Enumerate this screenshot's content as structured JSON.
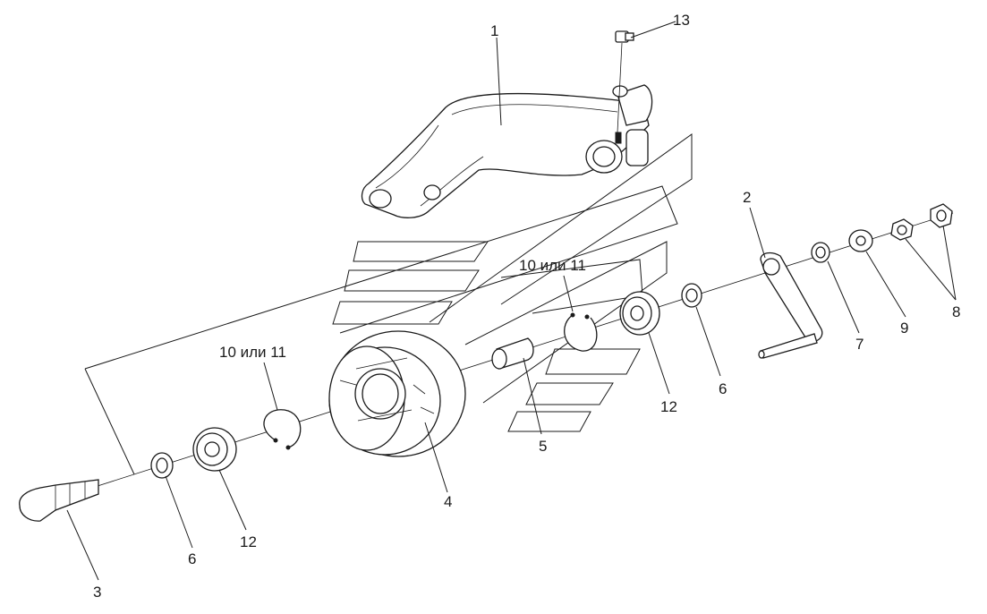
{
  "labels": {
    "p1": "1",
    "p2": "2",
    "p3": "3",
    "p4": "4",
    "p5": "5",
    "p6a": "6",
    "p6b": "6",
    "p7": "7",
    "p8": "8",
    "p9": "9",
    "p10a": "10 или 11",
    "p10b": "10 или 11",
    "p12a": "12",
    "p12b": "12",
    "p13": "13"
  },
  "colors": {
    "stroke": "#1a1a1a",
    "background": "#ffffff"
  }
}
